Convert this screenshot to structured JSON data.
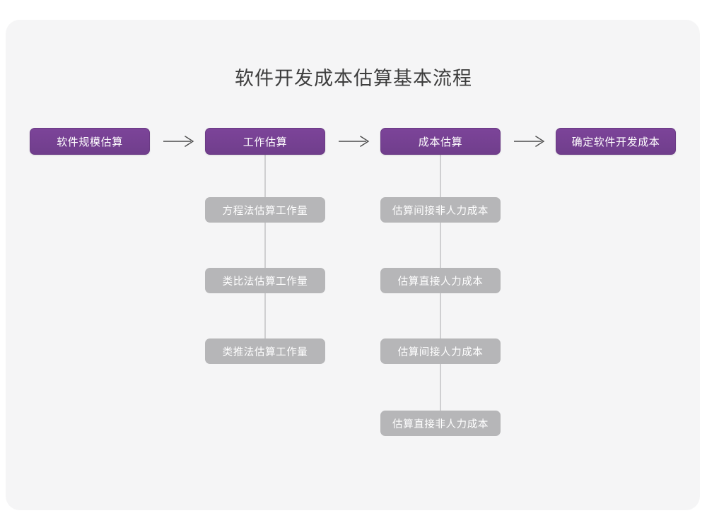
{
  "page": {
    "title": "软件开发成本估算基本流程",
    "background_color": "#ffffff",
    "card_color": "#f5f5f6"
  },
  "theme": {
    "primary_color": "#7b4397",
    "secondary_color": "#b6b6b8",
    "connector_color": "#cfcfd1",
    "arrow_color": "#4d4d4d",
    "title_color": "#3d3d3d",
    "node_text_color": "#ffffff"
  },
  "flow": {
    "stages": [
      {
        "id": "stage-1",
        "label": "软件规模估算",
        "type": "primary",
        "children": []
      },
      {
        "id": "stage-2",
        "label": "工作估算",
        "type": "primary",
        "children": [
          {
            "id": "stage-2-child-1",
            "label": "方程法估算工作量",
            "type": "secondary"
          },
          {
            "id": "stage-2-child-2",
            "label": "类比法估算工作量",
            "type": "secondary"
          },
          {
            "id": "stage-2-child-3",
            "label": "类推法估算工作量",
            "type": "secondary"
          }
        ]
      },
      {
        "id": "stage-3",
        "label": "成本估算",
        "type": "primary",
        "children": [
          {
            "id": "stage-3-child-1",
            "label": "估算间接非人力成本",
            "type": "secondary"
          },
          {
            "id": "stage-3-child-2",
            "label": "估算直接人力成本",
            "type": "secondary"
          },
          {
            "id": "stage-3-child-3",
            "label": "估算间接人力成本",
            "type": "secondary"
          },
          {
            "id": "stage-3-child-4",
            "label": "估算直接非人力成本",
            "type": "secondary"
          }
        ]
      },
      {
        "id": "stage-4",
        "label": "确定软件开发成本",
        "type": "primary",
        "children": []
      }
    ],
    "arrows": [
      {
        "id": "arrow-1",
        "icon": "arrow-right-icon",
        "from": "stage-1",
        "to": "stage-2"
      },
      {
        "id": "arrow-2",
        "icon": "arrow-right-icon",
        "from": "stage-2",
        "to": "stage-3"
      },
      {
        "id": "arrow-3",
        "icon": "arrow-right-icon",
        "from": "stage-3",
        "to": "stage-4"
      }
    ]
  },
  "chart_data": {
    "type": "diagram",
    "title": "软件开发成本估算基本流程",
    "orientation": "left-to-right with vertical sub-branches",
    "levels": [
      {
        "level": 1,
        "nodes": [
          "软件规模估算",
          "工作估算",
          "成本估算",
          "确定软件开发成本"
        ]
      },
      {
        "level": 2,
        "parent": "工作估算",
        "nodes": [
          "方程法估算工作量",
          "类比法估算工作量",
          "类推法估算工作量"
        ]
      },
      {
        "level": 2,
        "parent": "成本估算",
        "nodes": [
          "估算间接非人力成本",
          "估算直接人力成本",
          "估算间接人力成本",
          "估算直接非人力成本"
        ]
      }
    ]
  }
}
